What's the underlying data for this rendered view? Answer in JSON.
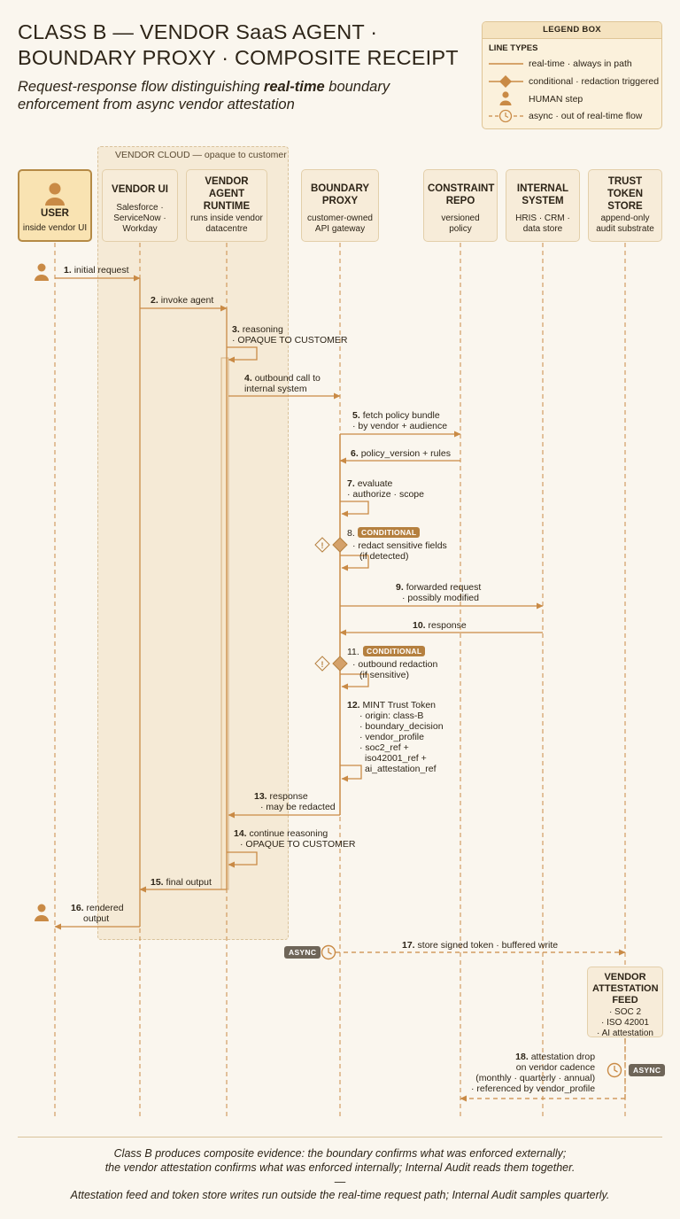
{
  "title_line1": "CLASS B — VENDOR SaaS AGENT ·",
  "title_line2": "BOUNDARY PROXY · COMPOSITE RECEIPT",
  "subtitle_pre": "Request-response flow distinguishing ",
  "subtitle_bold": "real-time",
  "subtitle_post": " boundary enforcement from async vendor attestation",
  "legend": {
    "title": "LEGEND BOX",
    "subtitle": "LINE TYPES",
    "rows": [
      "real-time · always in path",
      "conditional · redaction triggered",
      "HUMAN step",
      "async · out of real-time flow"
    ]
  },
  "cloud_label": "VENDOR CLOUD — opaque to customer",
  "actors": [
    {
      "name": "USER",
      "sub": "inside vendor UI"
    },
    {
      "name": "VENDOR UI",
      "sub": "Salesforce · ServiceNow · Workday"
    },
    {
      "name": "VENDOR AGENT RUNTIME",
      "sub": "runs inside vendor datacentre"
    },
    {
      "name": "BOUNDARY PROXY",
      "sub": "customer-owned API gateway"
    },
    {
      "name": "CONSTRAINT REPO",
      "sub": "versioned policy"
    },
    {
      "name": "INTERNAL SYSTEM",
      "sub": "HRIS · CRM · data store"
    },
    {
      "name": "TRUST TOKEN STORE",
      "sub": "append-only audit substrate"
    }
  ],
  "messages": [
    {
      "num": "1.",
      "lines": [
        "initial request"
      ]
    },
    {
      "num": "2.",
      "lines": [
        "invoke agent"
      ]
    },
    {
      "num": "3.",
      "lines": [
        "reasoning",
        "· OPAQUE TO CUSTOMER"
      ]
    },
    {
      "num": "4.",
      "lines": [
        "outbound call to",
        "internal system"
      ]
    },
    {
      "num": "5.",
      "lines": [
        "fetch policy bundle",
        "· by vendor + audience"
      ]
    },
    {
      "num": "6.",
      "lines": [
        "policy_version + rules"
      ]
    },
    {
      "num": "7.",
      "lines": [
        "evaluate",
        "· authorize · scope"
      ]
    },
    {
      "num": "8.",
      "lines": [
        "· redact sensitive fields",
        "(if detected)"
      ]
    },
    {
      "num": "9.",
      "lines": [
        "forwarded request",
        "· possibly modified"
      ]
    },
    {
      "num": "10.",
      "lines": [
        "response"
      ]
    },
    {
      "num": "11.",
      "lines": [
        "· outbound redaction",
        "(if sensitive)"
      ]
    },
    {
      "num": "12.",
      "lines": [
        "MINT Trust Token",
        "· origin: class-B",
        "· boundary_decision",
        "· vendor_profile",
        "· soc2_ref +",
        "iso42001_ref +",
        "ai_attestation_ref"
      ]
    },
    {
      "num": "13.",
      "lines": [
        "response",
        "· may be redacted"
      ]
    },
    {
      "num": "14.",
      "lines": [
        "continue reasoning",
        "· OPAQUE TO CUSTOMER"
      ]
    },
    {
      "num": "15.",
      "lines": [
        "final output"
      ]
    },
    {
      "num": "16.",
      "lines": [
        "rendered",
        "output"
      ]
    },
    {
      "num": "17.",
      "lines": [
        "store signed token · buffered write"
      ]
    },
    {
      "num": "18.",
      "lines": [
        "attestation drop",
        "on vendor cadence",
        "(monthly · quarterly · annual)",
        "· referenced by vendor_profile"
      ]
    }
  ],
  "conditional_label": "CONDITIONAL",
  "async_label": "ASYNC",
  "feed": {
    "name": "VENDOR ATTESTATION FEED",
    "items": [
      "· SOC 2",
      "· ISO 42001",
      "· AI attestation"
    ]
  },
  "footer": {
    "line1": "Class B produces composite evidence: the boundary confirms what was enforced externally;",
    "line2": "the vendor attestation confirms what was enforced internally; Internal Audit reads them together.",
    "sep": "—",
    "line3": "Attestation feed and token store writes run outside the real-time request path; Internal Audit samples quarterly."
  },
  "colors": {
    "accent": "#c98a45",
    "user_fill": "#f9e3b2",
    "cloud": "#f5ead6",
    "async_badge": "#6e6558"
  }
}
